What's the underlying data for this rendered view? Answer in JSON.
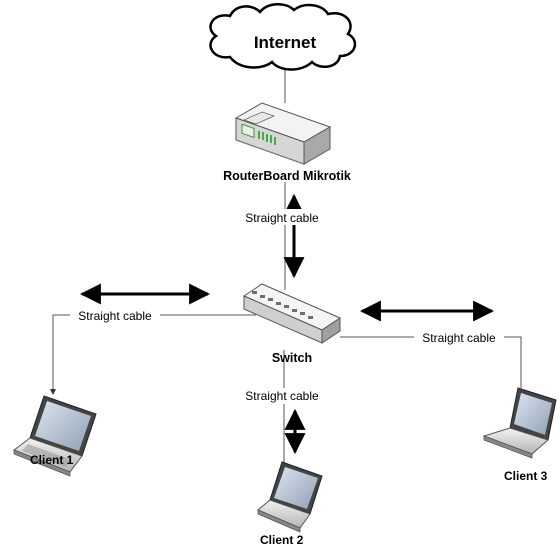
{
  "diagram": {
    "internet_label": "Internet",
    "router_label": "RouterBoard Mikrotik",
    "switch_label": "Switch",
    "cable_router_switch": "Straight cable",
    "cable_client1": "Straight cable",
    "cable_client2": "Straight cable",
    "cable_client3": "Straight cable",
    "clients": [
      {
        "label": "Client 1"
      },
      {
        "label": "Client 2"
      },
      {
        "label": "Client 3"
      }
    ]
  },
  "colors": {
    "line": "#333333",
    "text": "#000000",
    "device_body": "#d9d9d9",
    "device_dark": "#9a9a9a",
    "screen": "#aab8c8",
    "led": "#3cb043"
  }
}
